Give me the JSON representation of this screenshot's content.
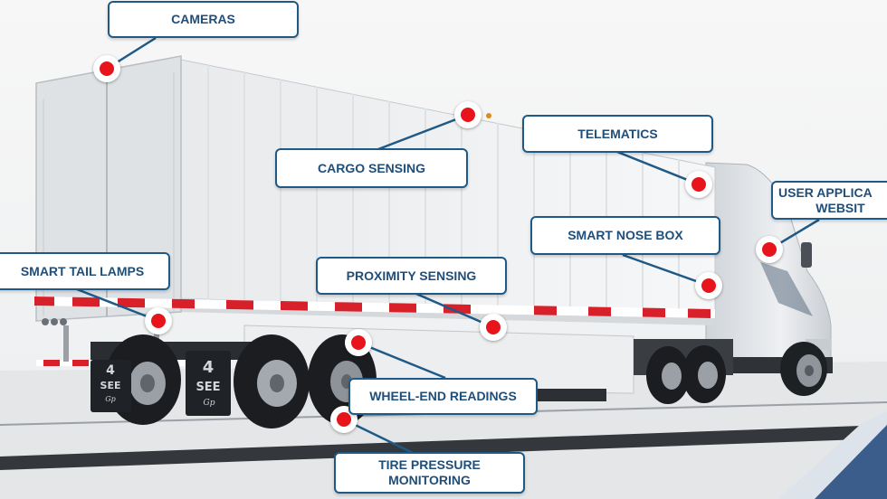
{
  "colors": {
    "accent": "#1f5a87",
    "label_text": "#1f4e79",
    "hotspot": "#e8141c",
    "reflective_red": "#d8202a"
  },
  "mudflap_logo": {
    "line1": "4",
    "line2": "SEE",
    "script": "Gp"
  },
  "callouts": {
    "cameras": "CAMERAS",
    "cargo_sensing": "CARGO SENSING",
    "telematics": "TELEMATICS",
    "user_app": {
      "line1": "USER APPLICA",
      "line2": "WEBSIT"
    },
    "smart_nose_box": "SMART NOSE BOX",
    "smart_tail_lamps": "SMART TAIL LAMPS",
    "proximity_sensing": "PROXIMITY SENSING",
    "wheel_end_readings": "WHEEL-END READINGS",
    "tire_pressure": {
      "line1": "TIRE PRESSURE",
      "line2": "MONITORING"
    }
  }
}
